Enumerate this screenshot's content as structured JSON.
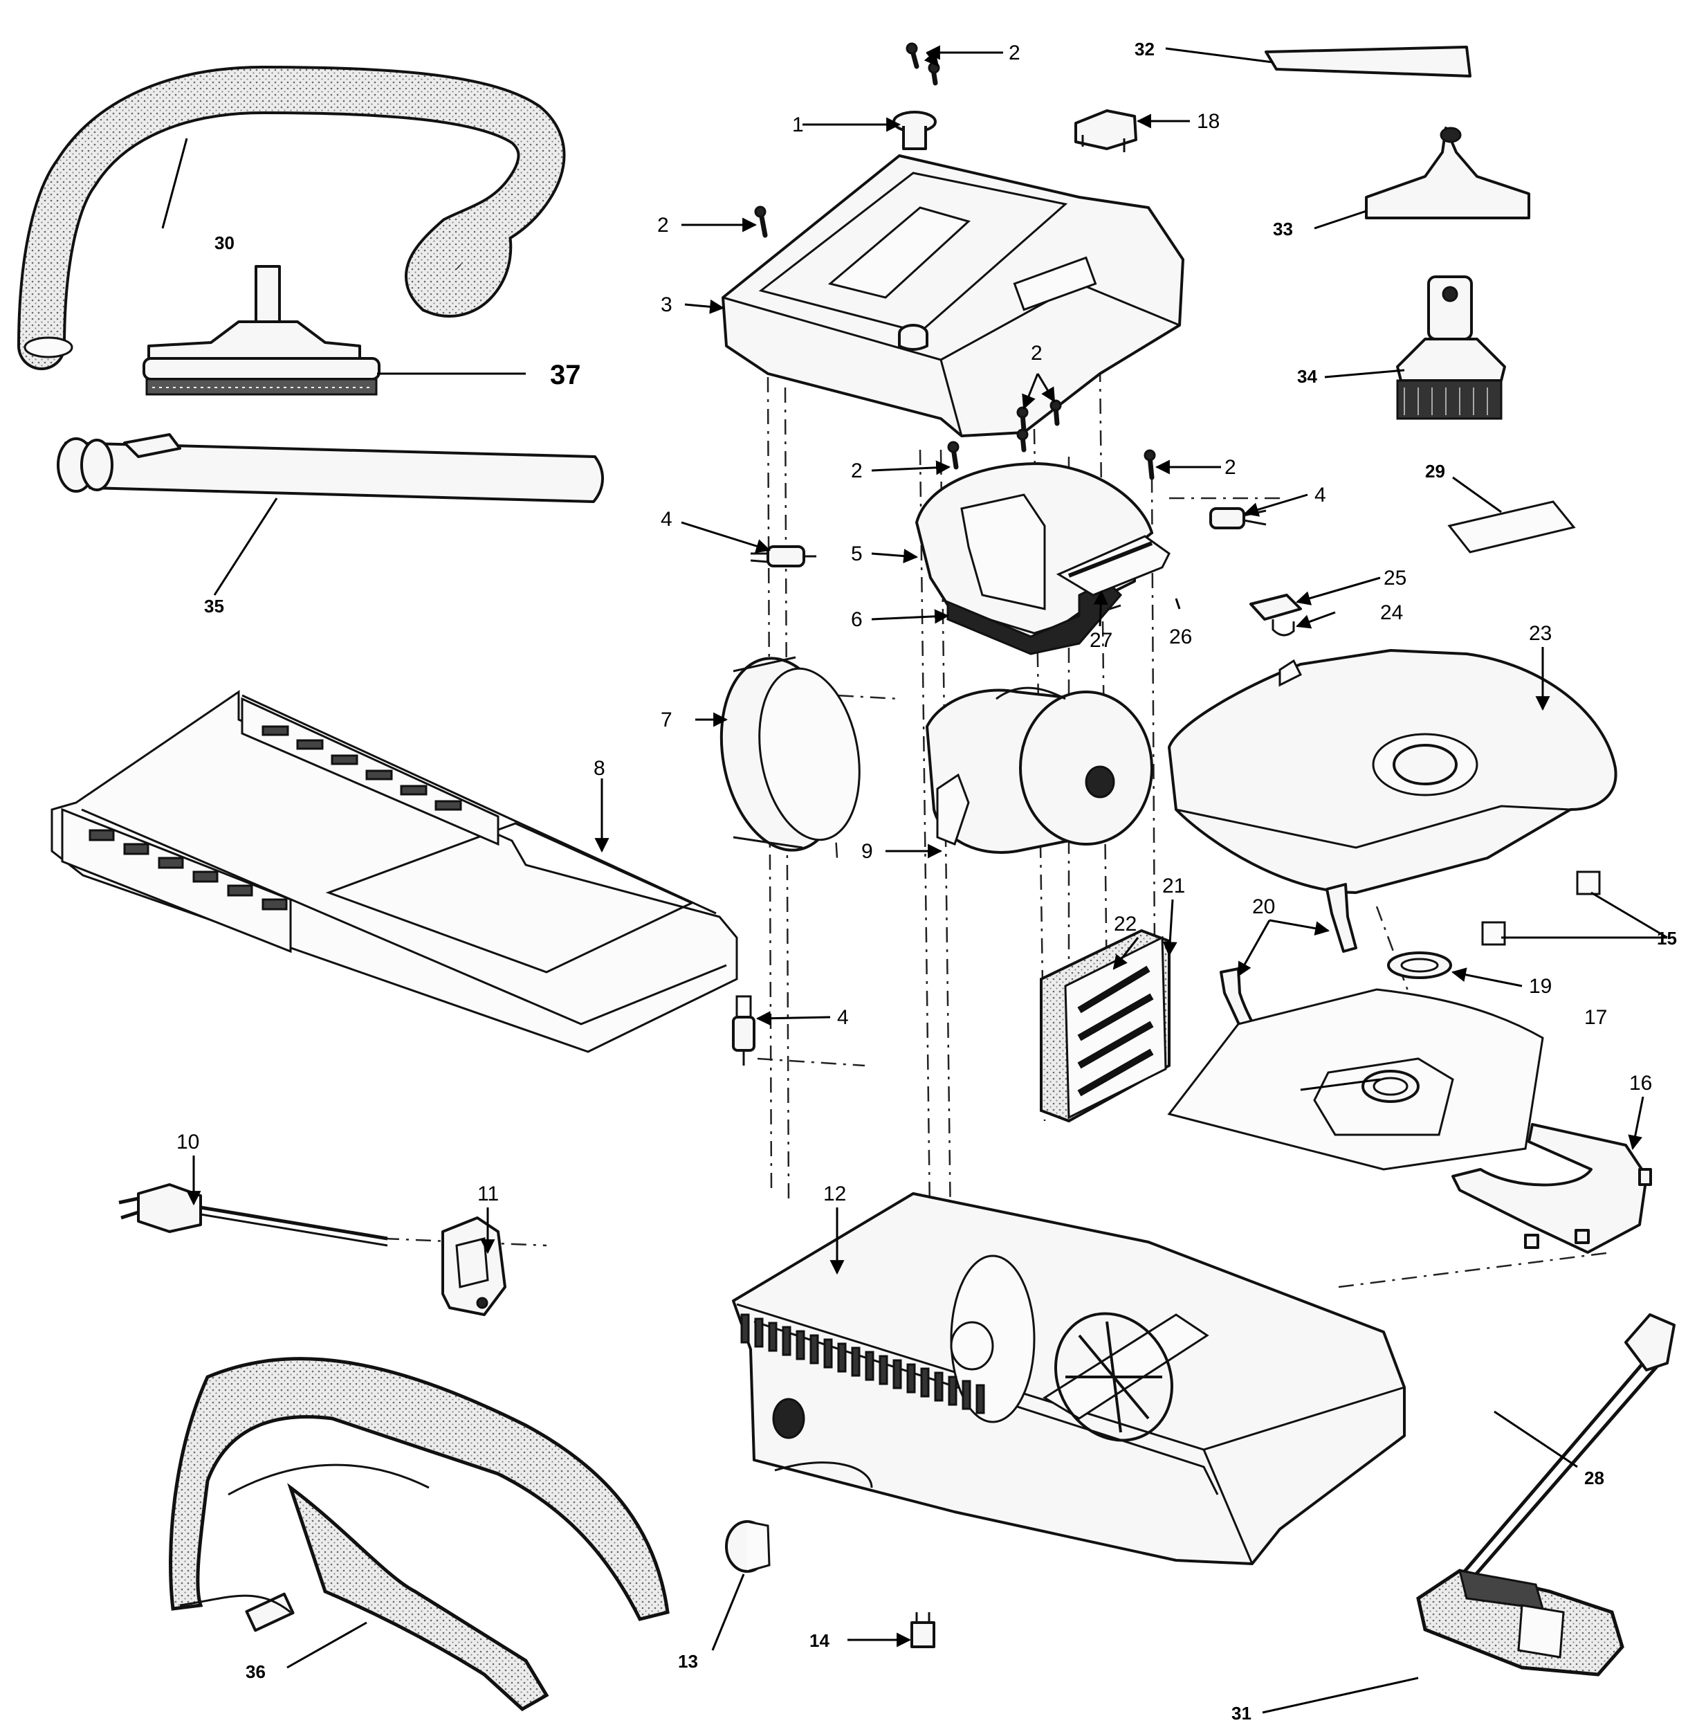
{
  "labels": {
    "p1": "1",
    "p2a": "2",
    "p2b": "2",
    "p2c": "2",
    "p2d": "2",
    "p2e": "2",
    "p3": "3",
    "p4a": "4",
    "p4b": "4",
    "p4c": "4",
    "p5": "5",
    "p6": "6",
    "p7": "7",
    "p8": "8",
    "p9": "9",
    "p10": "10",
    "p11": "11",
    "p12": "12",
    "p13": "13",
    "p14": "14",
    "p15": "15",
    "p16": "16",
    "p17": "17",
    "p18": "18",
    "p19": "19",
    "p20": "20",
    "p21": "21",
    "p22": "22",
    "p23": "23",
    "p24": "24",
    "p25": "25",
    "p26": "26",
    "p27": "27",
    "p28": "28",
    "p29": "29",
    "p30": "30",
    "p31": "31",
    "p32": "32",
    "p33": "33",
    "p34": "34",
    "p35": "35",
    "p36": "36",
    "p37": "37"
  }
}
